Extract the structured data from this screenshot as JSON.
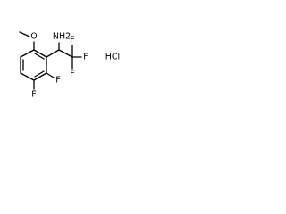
{
  "molecule": {
    "labels": {
      "methoxy_oxygen": "O",
      "amine": "NH2",
      "fluorine_cf3_top": "F",
      "fluorine_cf3_right": "F",
      "fluorine_cf3_bottom": "F",
      "fluorine_ring_2": "F",
      "fluorine_ring_3": "F",
      "salt": "HCl"
    }
  }
}
